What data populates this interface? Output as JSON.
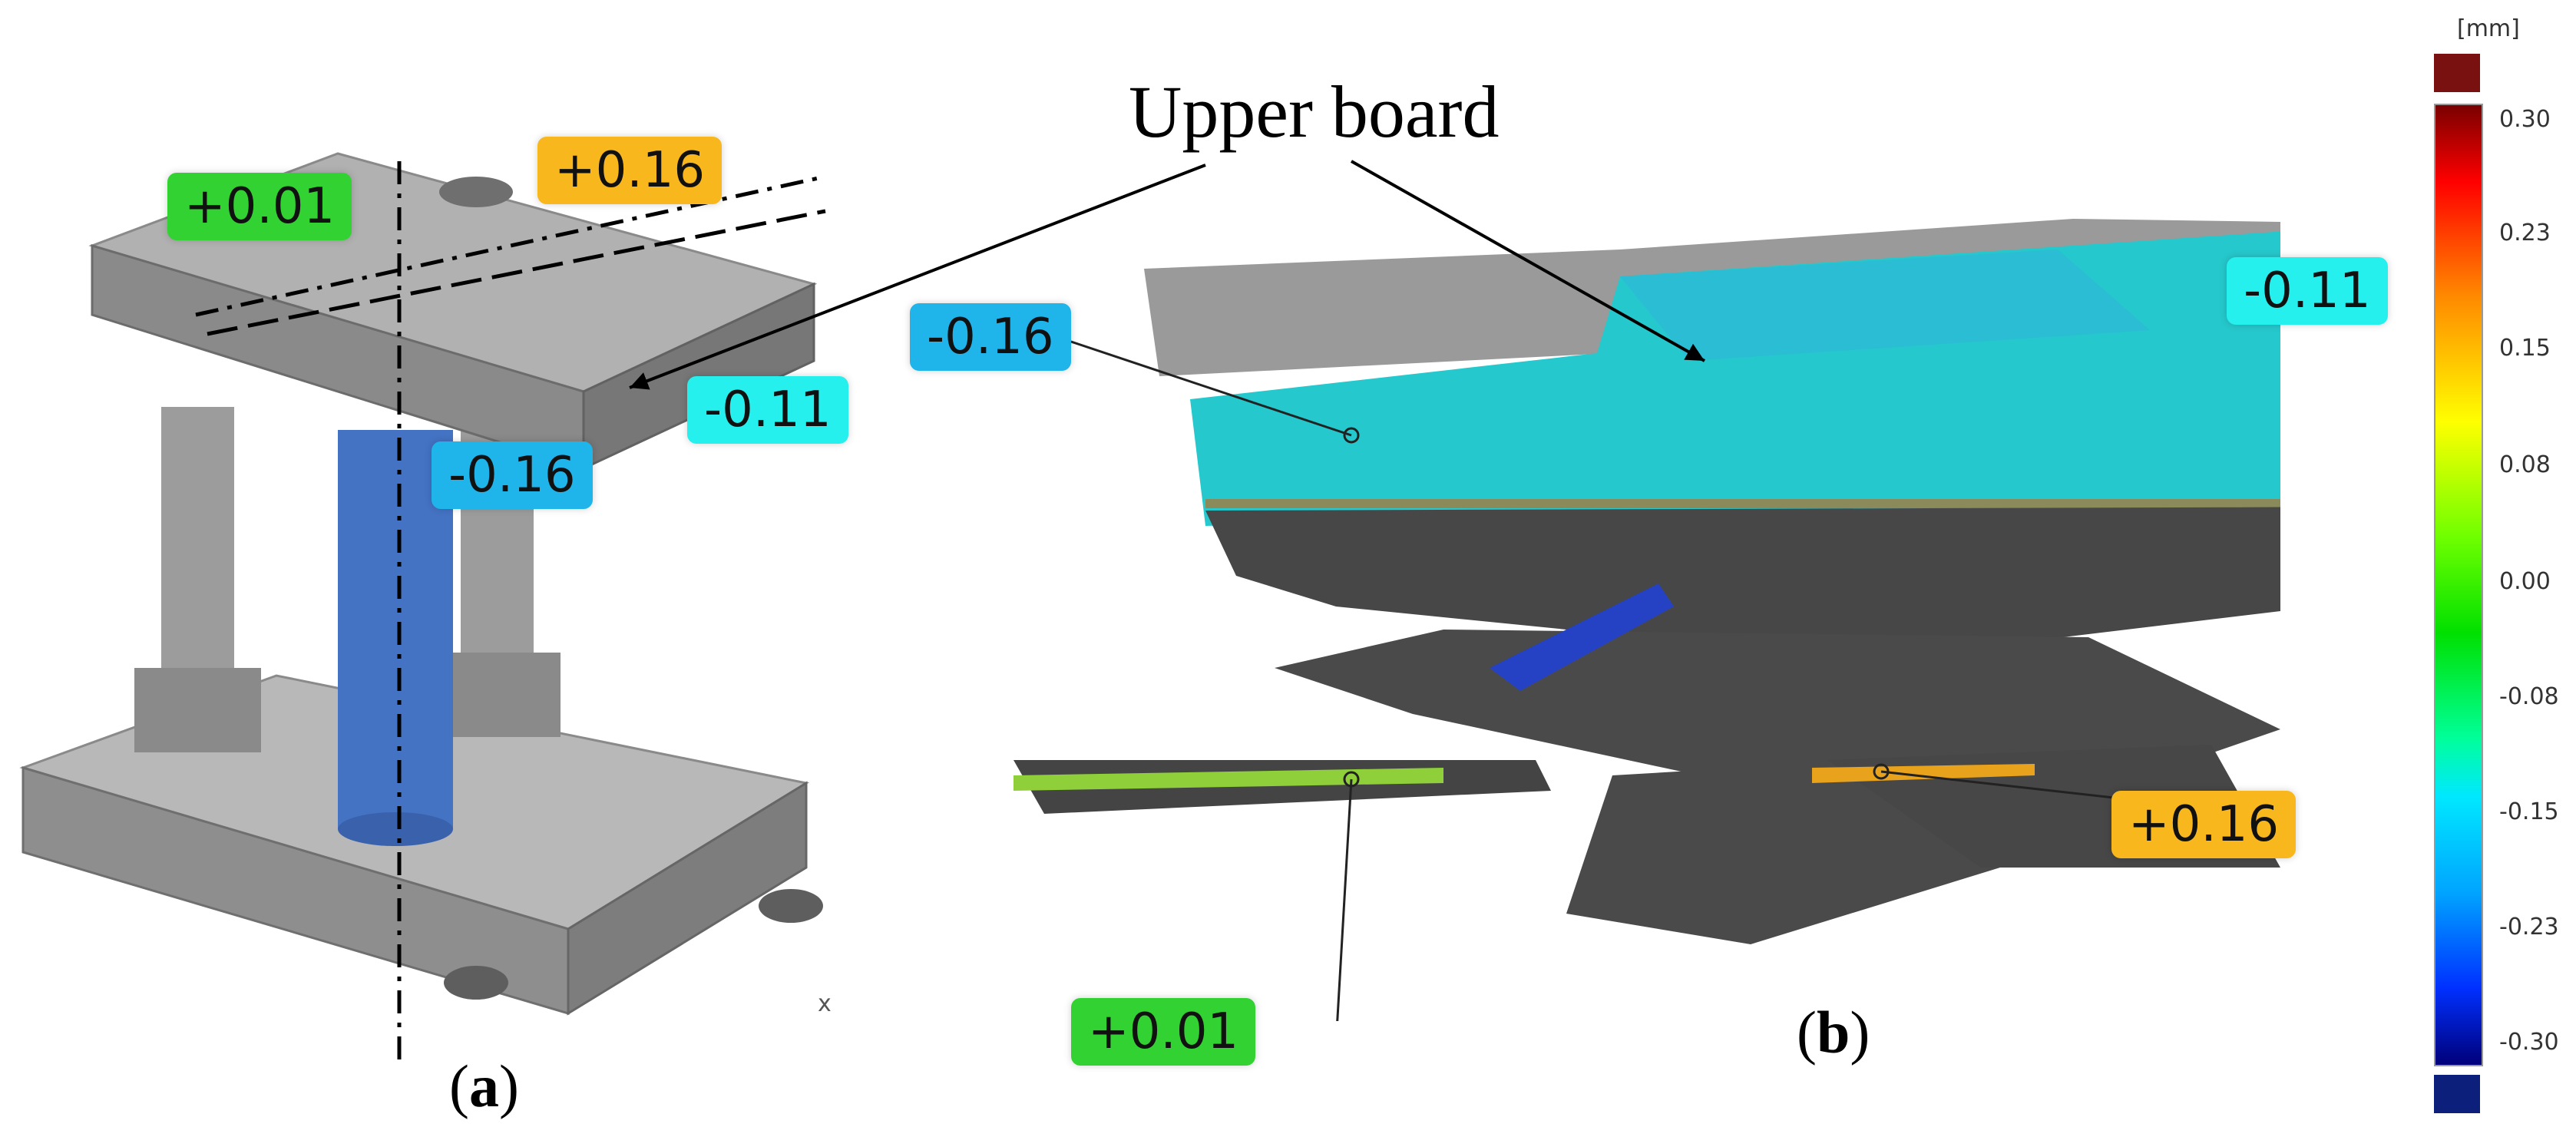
{
  "title_text": "Upper board",
  "captions": {
    "a": "a",
    "b": "b"
  },
  "model_tags": [
    {
      "text": "+0.01",
      "color": "green"
    },
    {
      "text": "+0.16",
      "color": "orange"
    },
    {
      "text": "-0.11",
      "color": "cyan"
    },
    {
      "text": "-0.16",
      "color": "blue"
    }
  ],
  "scan_tags": [
    {
      "text": "-0.16",
      "color": "blue"
    },
    {
      "text": "-0.11",
      "color": "cyan"
    },
    {
      "text": "+0.16",
      "color": "orange"
    },
    {
      "text": "+0.01",
      "color": "green"
    }
  ],
  "colorbar": {
    "unit": "[mm]",
    "ticks": [
      "0.30",
      "0.23",
      "0.15",
      "0.08",
      "0.00",
      "-0.08",
      "-0.15",
      "-0.23",
      "-0.30"
    ],
    "range": [
      -0.3,
      0.3
    ],
    "over_color": "#7a1111",
    "under_color": "#0c1f7a"
  },
  "small_mark": "x",
  "colors": {
    "green": "#33d233",
    "orange": "#f7b71d",
    "cyan": "#26f0ee",
    "blue": "#1fb4ea",
    "model_grey": "#a3a3a3",
    "shadow_grey": "#4b4b4b",
    "pillar_blue": "#4473c4"
  }
}
